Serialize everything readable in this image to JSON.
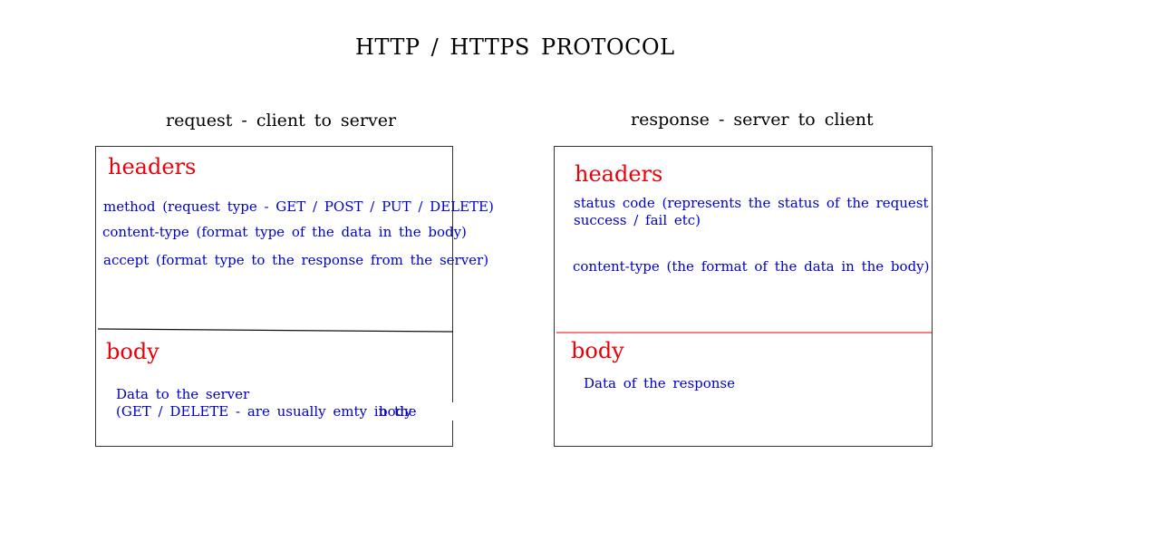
{
  "title": "HTTP / HTTPS PROTOCOL",
  "colors": {
    "heading": "#e8000b",
    "text": "#0000c8",
    "border": "#333333",
    "response_divider": "#e8000b"
  },
  "request": {
    "title": "request - client to server",
    "headers_label": "headers",
    "header_lines": [
      "method (request type - GET / POST / PUT / DELETE)",
      "content-type (format type of the data in the body)",
      "accept (format type to the response from the server)"
    ],
    "body_label": "body",
    "body_lines": [
      "Data to the server",
      "(GET / DELETE - are usually emty in the",
      "body"
    ]
  },
  "response": {
    "title": "response - server to client",
    "headers_label": "headers",
    "header_lines": [
      "status code (represents the status of the request",
      "success / fail etc)",
      "content-type (the format of the data in the body)"
    ],
    "body_label": "body",
    "body_lines": [
      "Data of the response"
    ]
  }
}
